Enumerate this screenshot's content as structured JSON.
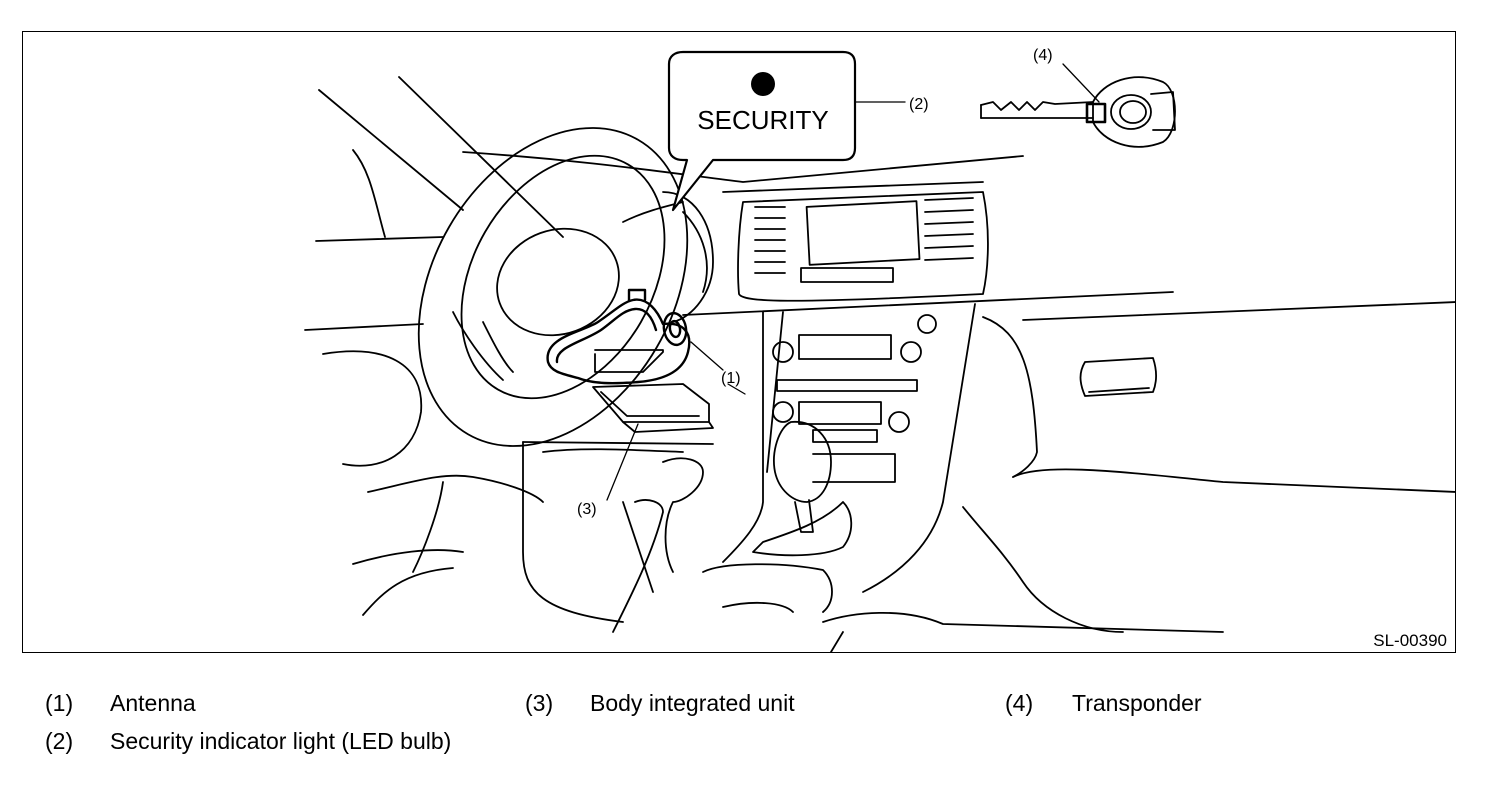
{
  "figure": {
    "id_label": "SL-00390",
    "callout_text": "SECURITY",
    "callouts": {
      "c1": "(1)",
      "c2": "(2)",
      "c3": "(3)",
      "c4": "(4)"
    }
  },
  "legend": [
    {
      "num": "(1)",
      "label": "Antenna"
    },
    {
      "num": "(2)",
      "label": "Security indicator light (LED bulb)"
    },
    {
      "num": "(3)",
      "label": "Body integrated unit"
    },
    {
      "num": "(4)",
      "label": "Transponder"
    }
  ]
}
